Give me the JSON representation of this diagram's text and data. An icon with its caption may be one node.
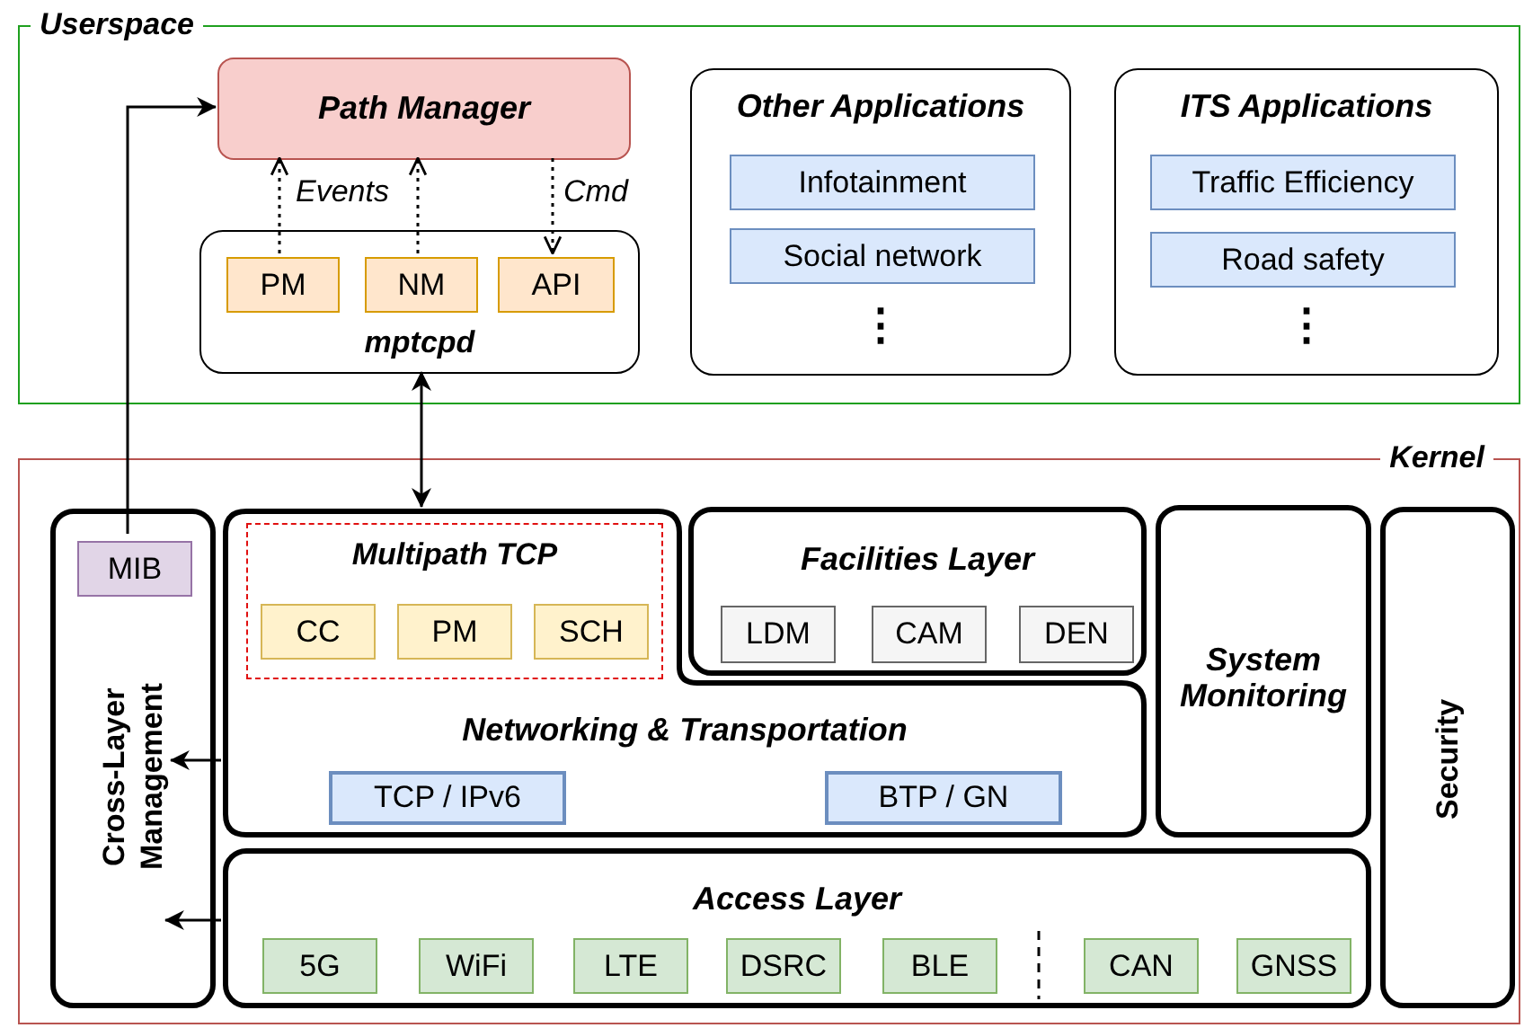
{
  "diagram": {
    "nodes": [
      {
        "text": [
          "Userspace"
        ]
      },
      {
        "text": [
          "Path Manager"
        ],
        "in": 0
      },
      {
        "text": [
          "mptcpd"
        ],
        "in": 0
      },
      {
        "text": [
          "PM"
        ],
        "in": 2
      },
      {
        "text": [
          "NM"
        ],
        "in": 2
      },
      {
        "text": [
          "API"
        ],
        "in": 2
      },
      {
        "text": [
          "Other Applications",
          "⋮"
        ],
        "in": 0
      },
      {
        "text": [
          "Infotainment"
        ],
        "in": 6
      },
      {
        "text": [
          "Social network"
        ],
        "in": 6
      },
      {
        "text": [
          "ITS Applications",
          "⋮"
        ],
        "in": 0
      },
      {
        "text": [
          "Traffic Efficiency"
        ],
        "in": 9
      },
      {
        "text": [
          "Road safety"
        ],
        "in": 9
      },
      {
        "text": [
          "Kernel"
        ]
      },
      {
        "text": [
          "Cross-Layer Management"
        ],
        "in": 12
      },
      {
        "text": [
          "MIB"
        ],
        "in": 13
      },
      {
        "text": [
          "Networking & Transportation"
        ],
        "in": 12
      },
      {
        "text": [
          "Multipath TCP"
        ],
        "in": 15
      },
      {
        "text": [
          "CC"
        ],
        "in": 16
      },
      {
        "text": [
          "PM"
        ],
        "in": 16
      },
      {
        "text": [
          "SCH"
        ],
        "in": 16
      },
      {
        "text": [
          "TCP / IPv6"
        ],
        "in": 15
      },
      {
        "text": [
          "BTP / GN"
        ],
        "in": 15
      },
      {
        "text": [
          "Facilities Layer"
        ],
        "in": 12
      },
      {
        "text": [
          "LDM"
        ],
        "in": 22
      },
      {
        "text": [
          "CAM"
        ],
        "in": 22
      },
      {
        "text": [
          "DEN"
        ],
        "in": 22
      },
      {
        "text": [
          "System Monitoring"
        ],
        "in": 12
      },
      {
        "text": [
          "Security"
        ],
        "in": 12
      },
      {
        "text": [
          "Access Layer"
        ],
        "in": 12
      },
      {
        "text": [
          "5G"
        ],
        "in": 28
      },
      {
        "text": [
          "WiFi"
        ],
        "in": 28
      },
      {
        "text": [
          "LTE"
        ],
        "in": 28
      },
      {
        "text": [
          "DSRC"
        ],
        "in": 28
      },
      {
        "text": [
          "BLE"
        ],
        "in": 28
      },
      {
        "text": [
          "CAN"
        ],
        "in": 28
      },
      {
        "text": [
          "GNSS"
        ],
        "in": 28
      }
    ],
    "edges": [
      {
        "from": 14,
        "to": 1,
        "arrow": "to"
      },
      {
        "from": 3,
        "to": 1,
        "arrow": "to",
        "style": "dashed",
        "label": "Events"
      },
      {
        "from": 4,
        "to": 1,
        "arrow": "to",
        "style": "dashed"
      },
      {
        "from": 1,
        "to": 5,
        "arrow": "to",
        "style": "dashed",
        "label": "Cmd"
      },
      {
        "from": 2,
        "to": 15,
        "arrow": "both"
      },
      {
        "from": 15,
        "to": 13,
        "arrow": "to"
      },
      {
        "from": 28,
        "to": 13,
        "arrow": "to"
      }
    ]
  }
}
